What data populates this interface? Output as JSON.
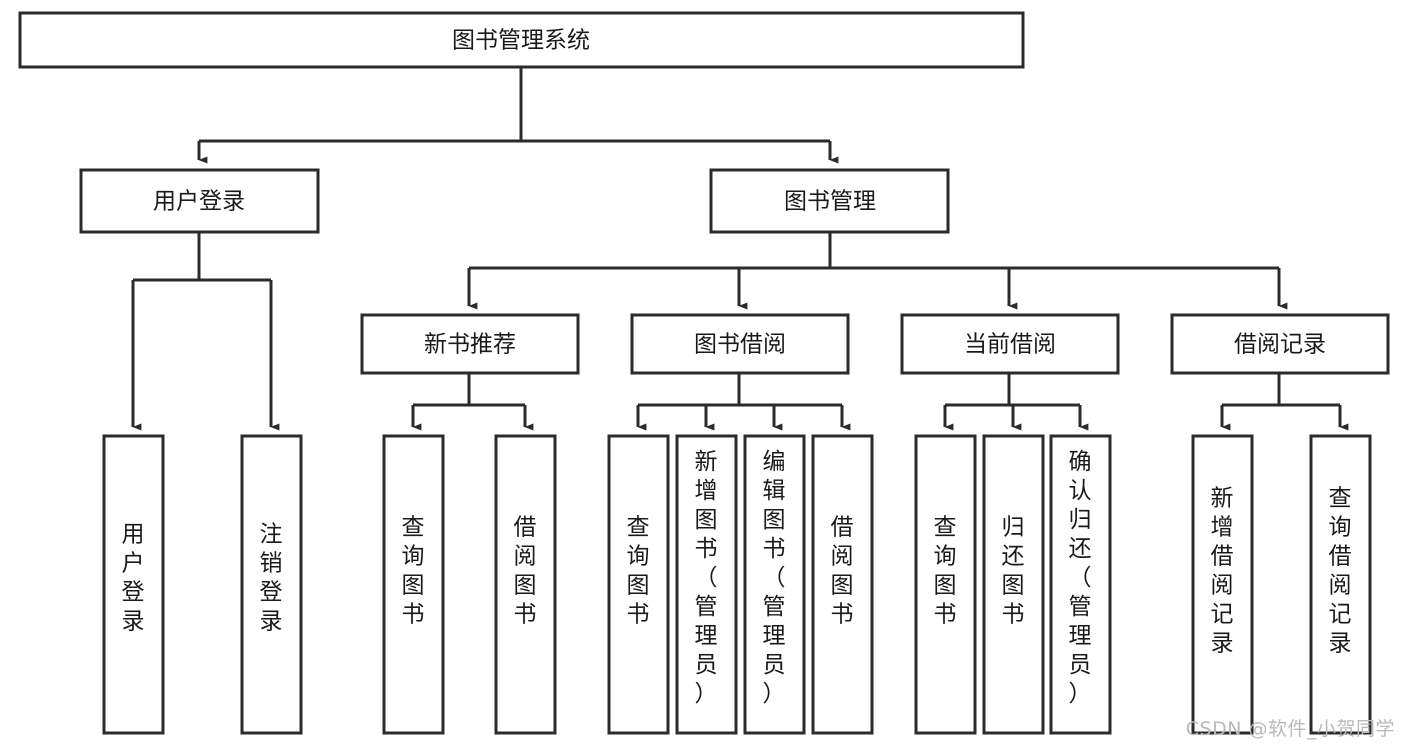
{
  "diagram": {
    "type": "tree-hierarchy",
    "title": "图书管理系统",
    "watermark": "CSDN @软件_小贺同学",
    "colors": {
      "background": "#ffffff",
      "stroke": "#2b2b2b",
      "text": "#1a1a1a",
      "watermark": "#b9b9b9"
    },
    "root": {
      "label": "图书管理系统"
    },
    "level1": [
      {
        "label": "用户登录"
      },
      {
        "label": "图书管理"
      }
    ],
    "level2": [
      {
        "label": "新书推荐"
      },
      {
        "label": "图书借阅"
      },
      {
        "label": "当前借阅"
      },
      {
        "label": "借阅记录"
      }
    ],
    "leaves": {
      "user_login": [
        {
          "label": "用户登录"
        },
        {
          "label": "注销登录"
        }
      ],
      "new_book_recommend": [
        {
          "label": "查询图书"
        },
        {
          "label": "借阅图书"
        }
      ],
      "book_borrow": [
        {
          "label": "查询图书"
        },
        {
          "label": "新增图书（管理员）"
        },
        {
          "label": "编辑图书（管理员）"
        },
        {
          "label": "借阅图书"
        }
      ],
      "current_borrow": [
        {
          "label": "查询图书"
        },
        {
          "label": "归还图书"
        },
        {
          "label": "确认归还（管理员）"
        }
      ],
      "borrow_record": [
        {
          "label": "新增借阅记录"
        },
        {
          "label": "查询借阅记录"
        }
      ]
    }
  }
}
